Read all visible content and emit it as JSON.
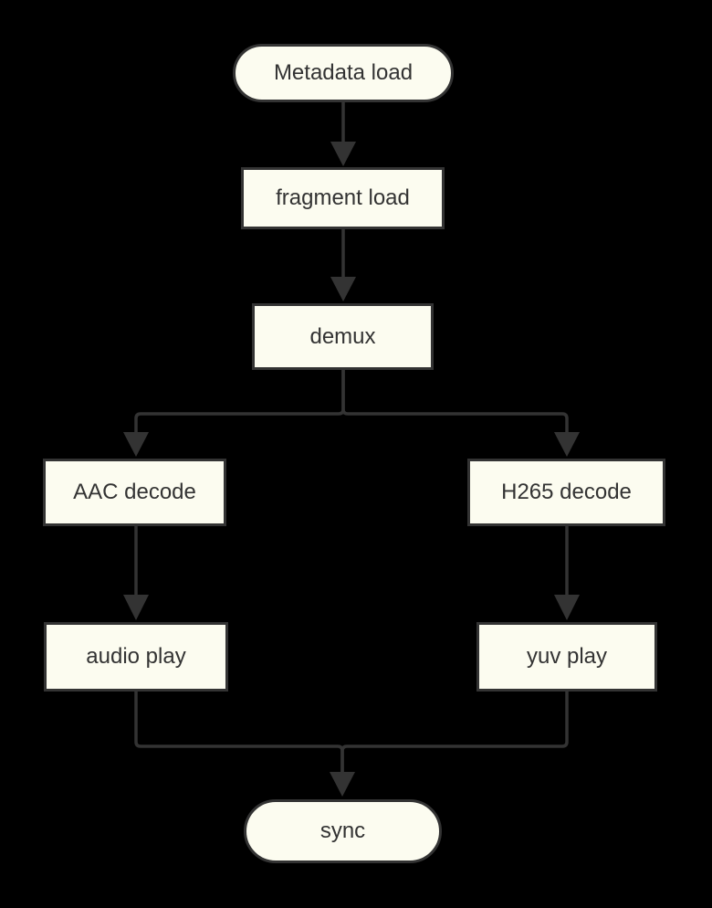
{
  "diagram": {
    "type": "flowchart",
    "direction": "top-down",
    "nodes": {
      "metadata": {
        "label": "Metadata load",
        "shape": "stadium"
      },
      "fragment": {
        "label": "fragment load",
        "shape": "rect"
      },
      "demux": {
        "label": "demux",
        "shape": "rect"
      },
      "aac": {
        "label": "AAC decode",
        "shape": "rect"
      },
      "h265": {
        "label": "H265 decode",
        "shape": "rect"
      },
      "audio": {
        "label": "audio play",
        "shape": "rect"
      },
      "yuv": {
        "label": "yuv play",
        "shape": "rect"
      },
      "sync": {
        "label": "sync",
        "shape": "stadium"
      }
    },
    "edges": [
      {
        "from": "Metadata load",
        "to": "fragment load"
      },
      {
        "from": "fragment load",
        "to": "demux"
      },
      {
        "from": "demux",
        "to": "AAC decode"
      },
      {
        "from": "demux",
        "to": "H265 decode"
      },
      {
        "from": "AAC decode",
        "to": "audio play"
      },
      {
        "from": "H265 decode",
        "to": "yuv play"
      },
      {
        "from": "audio play",
        "to": "sync"
      },
      {
        "from": "yuv play",
        "to": "sync"
      }
    ]
  },
  "colors": {
    "background": "#000000",
    "node_fill": "#fcfcf0",
    "node_border": "#333333",
    "edge": "#333333",
    "text": "#333333"
  }
}
